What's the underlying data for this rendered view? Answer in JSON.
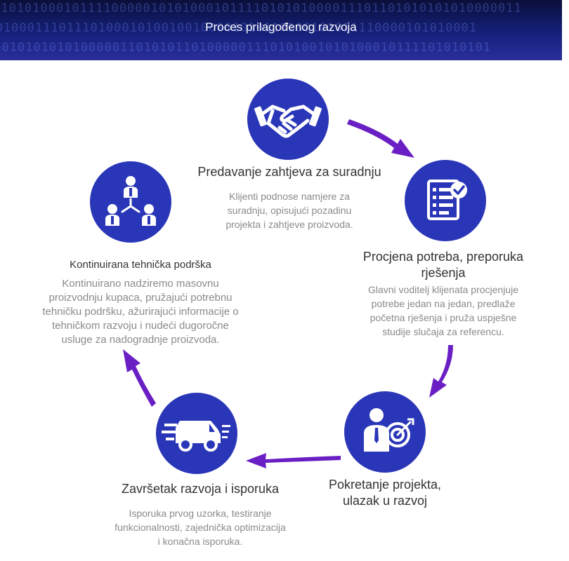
{
  "header": {
    "title": "Proces prilagođenog razvoja",
    "binary_rows": [
      "0101010001011110000010101000101111010101000011101101010101010000011",
      "1010100011101110100010100100100001010110100101011110000101010001",
      "0001010101010000011010101101000001110101001010100010111101010101"
    ]
  },
  "colors": {
    "circle": "#2a36b8",
    "arrow": "#6a1fc4",
    "title_text": "#333333",
    "desc_text": "#8a8a8a"
  },
  "steps": [
    {
      "icon": "handshake-icon",
      "title": "Predavanje zahtjeva za suradnju",
      "description": [
        "Klijenti podnose namjere za",
        "suradnju, opisujući pozadinu",
        "projekta i zahtjeve proizvoda."
      ]
    },
    {
      "icon": "checklist-icon",
      "title": [
        "Procjena potreba, preporuka",
        "rješenja"
      ],
      "description": [
        "Glavni voditelj klijenata procjenjuje",
        "potrebe jedan na jedan, predlaže",
        "početna rješenja i pruža uspješne",
        "studije slučaja za referencu."
      ]
    },
    {
      "icon": "target-person-icon",
      "title": [
        "Pokretanje projekta,",
        "ulazak u razvoj"
      ],
      "description": []
    },
    {
      "icon": "delivery-truck-icon",
      "title": "Završetak razvoja i isporuka",
      "description": [
        "Isporuka prvog uzorka, testiranje",
        "funkcionalnosti, zajednička optimizacija",
        "i konačna isporuka."
      ]
    },
    {
      "icon": "team-network-icon",
      "title": "Kontinuirana tehnička podrška",
      "description": [
        "Kontinuirano nadziremo masovnu",
        "proizvodnju kupaca, pružajući potrebnu",
        "tehničku podršku, ažurirajući informacije o",
        "tehničkom razvoju i nudeći dugoročne",
        "usluge za nadogradnje proizvoda."
      ]
    }
  ]
}
